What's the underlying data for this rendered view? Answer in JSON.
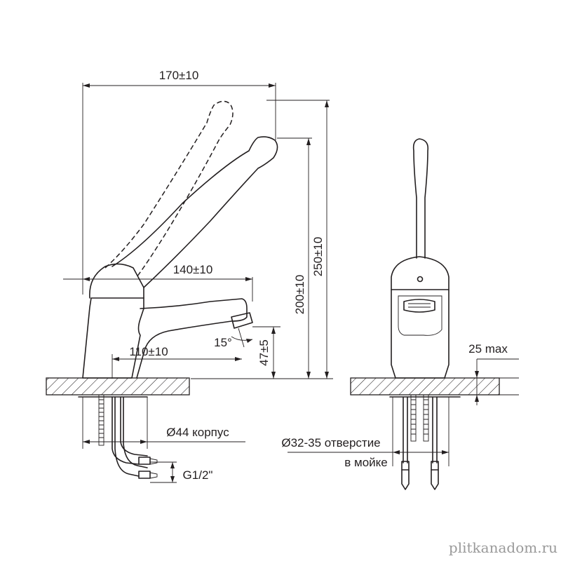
{
  "dimensions": {
    "overall_length": "170±10",
    "spout_length": "140±10",
    "outlet_reach": "110±10",
    "outlet_angle": "15°",
    "outlet_height": "47±5",
    "height_no_handle": "200±10",
    "height_total": "250±10",
    "max_counter_thickness": "25 max",
    "body_diameter": "Ø44 корпус",
    "hole_diameter_line1": "Ø32-35 отверстие",
    "hole_diameter_line2": "в мойке",
    "thread": "G1/2\""
  },
  "watermark": "plitkanadom.ru"
}
